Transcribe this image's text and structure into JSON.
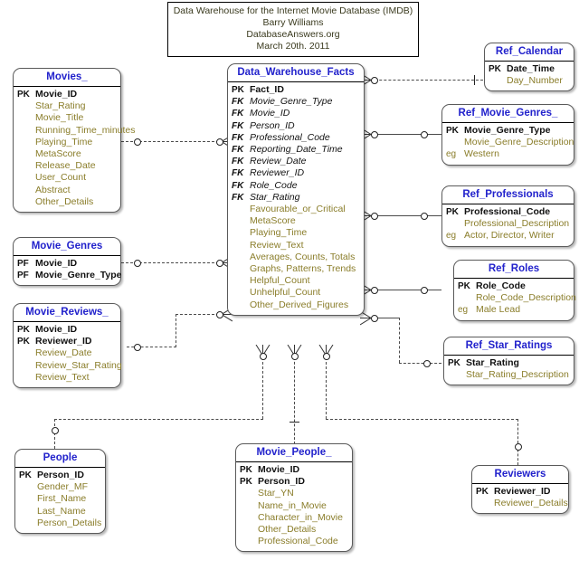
{
  "title_block": {
    "lines": [
      "Data Warehouse for the Internet Movie Database (IMDB)",
      "Barry Williams",
      "DatabaseAnswers.org",
      "March 20th. 2011"
    ]
  },
  "colors": {
    "entity_title": "#2222cc",
    "key_attribute": "#111111",
    "plain_attribute": "#8a7d2a",
    "connector": "#4a4a4a",
    "background": "#ffffff",
    "title_text": "#3a3a1e"
  },
  "entities": {
    "movies": {
      "name": "Movies_",
      "attributes": [
        {
          "key": "PK",
          "name": "Movie_ID",
          "kind": "pk"
        },
        {
          "key": "",
          "name": "Star_Rating",
          "kind": "plain"
        },
        {
          "key": "",
          "name": "Movie_Title",
          "kind": "plain"
        },
        {
          "key": "",
          "name": "Running_Time_minutes",
          "kind": "plain"
        },
        {
          "key": "",
          "name": "Playing_Time",
          "kind": "plain"
        },
        {
          "key": "",
          "name": "MetaScore",
          "kind": "plain"
        },
        {
          "key": "",
          "name": "Release_Date",
          "kind": "plain"
        },
        {
          "key": "",
          "name": "User_Count",
          "kind": "plain"
        },
        {
          "key": "",
          "name": "Abstract",
          "kind": "plain"
        },
        {
          "key": "",
          "name": "Other_Details",
          "kind": "plain"
        }
      ]
    },
    "movie_genres": {
      "name": "Movie_Genres",
      "attributes": [
        {
          "key": "PF",
          "name": "Movie_ID",
          "kind": "pk"
        },
        {
          "key": "PF",
          "name": "Movie_Genre_Type",
          "kind": "pk"
        }
      ]
    },
    "movie_reviews": {
      "name": "Movie_Reviews_",
      "attributes": [
        {
          "key": "PK",
          "name": "Movie_ID",
          "kind": "pk"
        },
        {
          "key": "PK",
          "name": "Reviewer_ID",
          "kind": "pk"
        },
        {
          "key": "",
          "name": "Review_Date",
          "kind": "plain"
        },
        {
          "key": "",
          "name": "Review_Star_Rating",
          "kind": "plain"
        },
        {
          "key": "",
          "name": "Review_Text",
          "kind": "plain"
        }
      ]
    },
    "facts": {
      "name": "Data_Warehouse_Facts",
      "attributes": [
        {
          "key": "PK",
          "name": "Fact_ID",
          "kind": "pk"
        },
        {
          "key": "FK",
          "name": "Movie_Genre_Type",
          "kind": "fk"
        },
        {
          "key": "FK",
          "name": "Movie_ID",
          "kind": "fk"
        },
        {
          "key": "FK",
          "name": "Person_ID",
          "kind": "fk"
        },
        {
          "key": "FK",
          "name": "Professional_Code",
          "kind": "fk"
        },
        {
          "key": "FK",
          "name": "Reporting_Date_Time",
          "kind": "fk"
        },
        {
          "key": "FK",
          "name": "Review_Date",
          "kind": "fk"
        },
        {
          "key": "FK",
          "name": "Reviewer_ID",
          "kind": "fk"
        },
        {
          "key": "FK",
          "name": "Role_Code",
          "kind": "fk"
        },
        {
          "key": "FK",
          "name": "Star_Rating",
          "kind": "fk"
        },
        {
          "key": "",
          "name": "Favourable_or_Critical",
          "kind": "plain"
        },
        {
          "key": "",
          "name": "MetaScore",
          "kind": "plain"
        },
        {
          "key": "",
          "name": "Playing_Time",
          "kind": "plain"
        },
        {
          "key": "",
          "name": "Review_Text",
          "kind": "plain"
        },
        {
          "key": "",
          "name": "Averages, Counts, Totals",
          "kind": "plain"
        },
        {
          "key": "",
          "name": "Graphs, Patterns, Trends",
          "kind": "plain"
        },
        {
          "key": "",
          "name": "Helpful_Count",
          "kind": "plain"
        },
        {
          "key": "",
          "name": "Unhelpful_Count",
          "kind": "plain"
        },
        {
          "key": "",
          "name": "Other_Derived_Figures",
          "kind": "plain"
        }
      ]
    },
    "ref_calendar": {
      "name": "Ref_Calendar",
      "attributes": [
        {
          "key": "PK",
          "name": "Date_Time",
          "kind": "pk"
        },
        {
          "key": "",
          "name": "Day_Number",
          "kind": "plain"
        }
      ]
    },
    "ref_movie_genres": {
      "name": "Ref_Movie_Genres_",
      "attributes": [
        {
          "key": "PK",
          "name": "Movie_Genre_Type",
          "kind": "pk"
        },
        {
          "key": "",
          "name": "Movie_Genre_Description",
          "kind": "plain"
        },
        {
          "key": "eg",
          "name": "Western",
          "kind": "eg"
        }
      ]
    },
    "ref_professionals": {
      "name": "Ref_Professionals",
      "attributes": [
        {
          "key": "PK",
          "name": "Professional_Code",
          "kind": "pk"
        },
        {
          "key": "",
          "name": "Professional_Description",
          "kind": "plain"
        },
        {
          "key": "eg",
          "name": "Actor, Director, Writer",
          "kind": "eg"
        }
      ]
    },
    "ref_roles": {
      "name": "Ref_Roles",
      "attributes": [
        {
          "key": "PK",
          "name": "Role_Code",
          "kind": "pk"
        },
        {
          "key": "",
          "name": "Role_Code_Description",
          "kind": "plain"
        },
        {
          "key": "eg",
          "name": "Male Lead",
          "kind": "eg"
        }
      ]
    },
    "ref_star_ratings": {
      "name": "Ref_Star_Ratings",
      "attributes": [
        {
          "key": "PK",
          "name": "Star_Rating",
          "kind": "pk"
        },
        {
          "key": "",
          "name": "Star_Rating_Description",
          "kind": "plain"
        }
      ]
    },
    "people": {
      "name": "People",
      "attributes": [
        {
          "key": "PK",
          "name": "Person_ID",
          "kind": "pk"
        },
        {
          "key": "",
          "name": "Gender_MF",
          "kind": "plain"
        },
        {
          "key": "",
          "name": "First_Name",
          "kind": "plain"
        },
        {
          "key": "",
          "name": "Last_Name",
          "kind": "plain"
        },
        {
          "key": "",
          "name": "Person_Details",
          "kind": "plain"
        }
      ]
    },
    "movie_people": {
      "name": "Movie_People_",
      "attributes": [
        {
          "key": "PK",
          "name": "Movie_ID",
          "kind": "pk"
        },
        {
          "key": "PK",
          "name": "Person_ID",
          "kind": "pk"
        },
        {
          "key": "",
          "name": "Star_YN",
          "kind": "plain"
        },
        {
          "key": "",
          "name": "Name_in_Movie",
          "kind": "plain"
        },
        {
          "key": "",
          "name": "Character_in_Movie",
          "kind": "plain"
        },
        {
          "key": "",
          "name": "Other_Details",
          "kind": "plain"
        },
        {
          "key": "",
          "name": "Professional_Code",
          "kind": "plain"
        }
      ]
    },
    "reviewers": {
      "name": "Reviewers",
      "attributes": [
        {
          "key": "PK",
          "name": "Reviewer_ID",
          "kind": "pk"
        },
        {
          "key": "",
          "name": "Reviewer_Details",
          "kind": "plain"
        }
      ]
    }
  }
}
